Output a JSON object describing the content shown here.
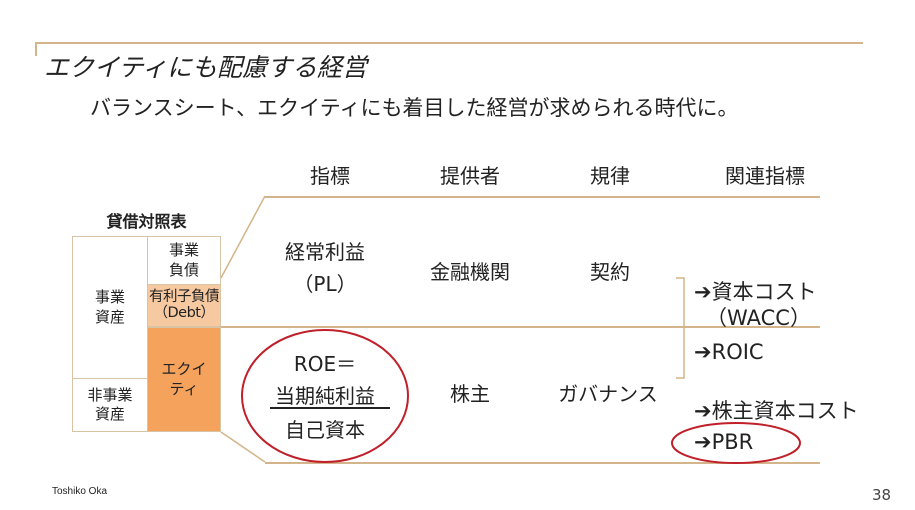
{
  "slide": {
    "title": "エクイティにも配慮する経営",
    "subtitle": "バランスシート、エクイティにも着目した経営が求められる時代に。",
    "author": "Toshiko Oka",
    "page_number": "38",
    "accent_color": "#f5a25d",
    "accent_light": "#f7c9a0",
    "circle_color": "#c0202a"
  },
  "balance_sheet": {
    "title": "貸借対照表",
    "business_assets": [
      "事業",
      "資産"
    ],
    "non_business_assets": [
      "非事業",
      "資産"
    ],
    "business_liabilities": [
      "事業",
      "負債"
    ],
    "debt": [
      "有利子負債",
      "（Debt）"
    ],
    "equity": [
      "エクイ",
      "ティ"
    ]
  },
  "table": {
    "headers": [
      "指標",
      "提供者",
      "規律",
      "関連指標"
    ],
    "row1": {
      "indicator": [
        "経常利益",
        "（PL）"
      ],
      "provider": "金融機関",
      "discipline": "契約"
    },
    "row2": {
      "indicator_top": "ROE＝",
      "numerator": "当期純利益",
      "denominator": "自己資本",
      "provider": "株主",
      "discipline": "ガバナンス"
    },
    "related": [
      {
        "arrow": "➔",
        "label": "資本コスト",
        "sub": "（WACC）"
      },
      {
        "arrow": "➔",
        "label": "ROIC"
      },
      {
        "arrow": "➔",
        "label": "株主資本コスト"
      },
      {
        "arrow": "➔",
        "label": "PBR"
      }
    ]
  }
}
